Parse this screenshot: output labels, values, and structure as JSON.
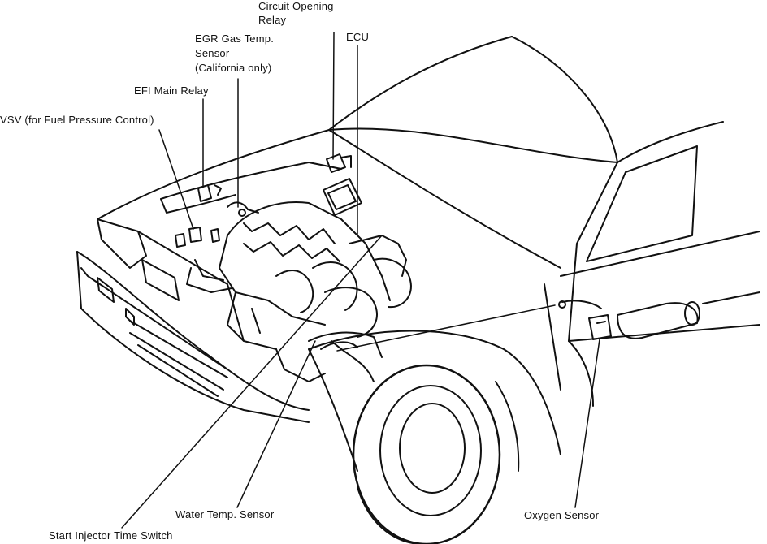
{
  "labels": {
    "circuit_opening_relay_line1": "Circuit Opening",
    "circuit_opening_relay_line2": "Relay",
    "ecu": "ECU",
    "egr_sensor_line1": "EGR Gas Temp.",
    "egr_sensor_line2": "Sensor",
    "egr_sensor_line3": "(California only)",
    "efi_main_relay": "EFI Main Relay",
    "vsv": "VSV (for Fuel Pressure Control)",
    "water_temp_sensor": "Water Temp. Sensor",
    "oxygen_sensor": "Oxygen Sensor",
    "start_injector_switch": "Start Injector Time Switch"
  },
  "colors": {
    "ink": "#111111",
    "paper": "#ffffff"
  }
}
